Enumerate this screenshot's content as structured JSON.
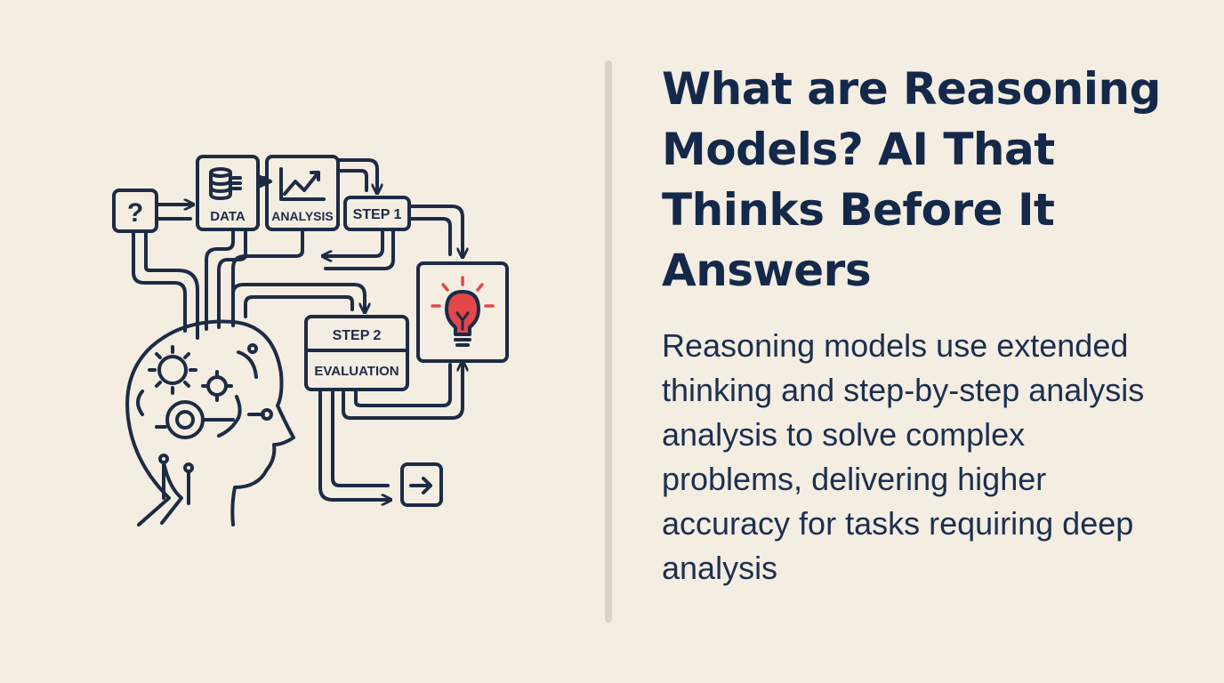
{
  "title": "What are Reasoning Models? AI That Thinks Before It Answers",
  "description": "Reasoning models use extended thinking and step-by-step analysis analysis to solve complex problems, delivering higher accuracy for tasks requiring deep analysis",
  "diagram": {
    "question_mark": "?",
    "data_label": "DATA",
    "analysis_label": "ANALYSIS",
    "step1_label": "STEP 1",
    "step2_label": "STEP 2",
    "evaluation_label": "EVALUATION"
  },
  "colors": {
    "background": "#f3ede2",
    "ink": "#1d2b45",
    "title": "#14284a",
    "accent_bulb": "#e2474a",
    "divider": "#d9d1c1"
  }
}
